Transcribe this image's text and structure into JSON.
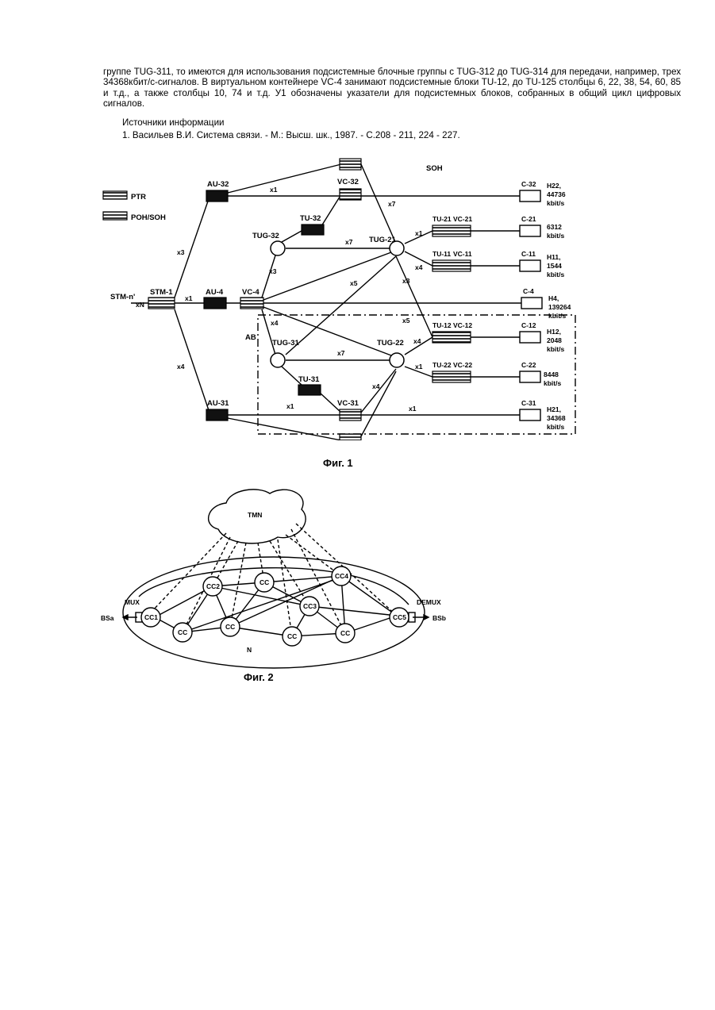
{
  "document": {
    "paragraph": "группе TUG-311, то имеются для использования подсистемные блочные группы с TUG-312 до TUG-314 для передачи, например, трех 34368кбит/с-сигналов. В виртуальном контейнере VC-4 занимают подсистемные блоки TU-12, до TU-125 столбцы 6, 22, 38, 54, 60, 85 и т.д., а также столбцы 10, 74 и т.д. У1 обозначены указатели для подсистемных блоков, собранных в общий цикл цифровых сигналов.",
    "sources_heading": "Источники информации",
    "source_1": "1. Васильев В.И. Система связи. - М.: Высш. шк., 1987. - С.208 - 211, 224 - 227."
  },
  "figure1": {
    "caption": "Фиг. 1",
    "legend": {
      "ptr": "PTR",
      "poh": "POH/SOH"
    },
    "soh": "SOH",
    "nodes": {
      "stmn": "STM-n'",
      "stm1": "STM-1",
      "au4": "AU-4",
      "vc4": "VC-4",
      "au32": "AU-32",
      "au31": "AU-31",
      "vc32": "VC-32",
      "vc31": "VC-31",
      "tu32": "TU-32",
      "tu31": "TU-31",
      "tug32": "TUG-32",
      "tug31": "TUG-31",
      "tug21": "TUG-21",
      "tug22": "TUG-22",
      "tu21": "TU-21",
      "vc21": "VC-21",
      "tu11": "TU-11",
      "vc11": "VC-11",
      "tu12": "TU-12",
      "vc12": "VC-12",
      "tu22": "TU-22",
      "vc22": "VC-22",
      "c32": "C-32",
      "c21": "C-21",
      "c11": "C-11",
      "c4": "C-4",
      "c12": "C-12",
      "c22": "C-22",
      "c31": "C-31",
      "ab": "AB"
    },
    "rates": {
      "h22": [
        "H22,",
        "44736",
        "kbit/s"
      ],
      "h12a": [
        "6312",
        "kbit/s"
      ],
      "h11": [
        "H11,",
        "1544",
        "kbit/s"
      ],
      "h4": [
        "H4,",
        "139264",
        "kbit/s"
      ],
      "h12": [
        "H12,",
        "2048",
        "kbit/s"
      ],
      "h22b": [
        "8448",
        "kbit/s"
      ],
      "h21": [
        "H21,",
        "34368",
        "kbit/s"
      ]
    },
    "mult": {
      "m_nx": "xN",
      "m_x1_stm": "x1",
      "m_x3": "x3",
      "m_x4": "x4",
      "m_x1_au32": "x1",
      "m_x7_top": "x7",
      "m_x7": "x7",
      "m_x1_tu21": "x1",
      "m_x4_tu11": "x4",
      "m_x3_b": "x3",
      "m_x5": "x5",
      "m_x5b": "x5",
      "m_x4_vc4": "x4",
      "m_x7_mid": "x7",
      "m_x4_tu12": "x4",
      "m_x1_tu22": "x1",
      "m_x4_b": "x4",
      "m_x1_vc31": "x1",
      "m_x1_c31": "x1",
      "m_x3_tug32": "x3"
    }
  },
  "figure2": {
    "caption": "Фиг. 2",
    "tmn": "TMN",
    "n": "N",
    "mux": "MUX",
    "demux": "DEMUX",
    "in": "BSa",
    "out": "BSb",
    "nodes": {
      "cc1": "CC1",
      "cc2": "CC2",
      "cc_top": "CC",
      "cc4": "CC4",
      "cc3": "CC3",
      "cc_a": "CC",
      "cc_b": "CC",
      "cc_c": "CC",
      "cc_d": "CC",
      "cc5": "CC5"
    }
  }
}
